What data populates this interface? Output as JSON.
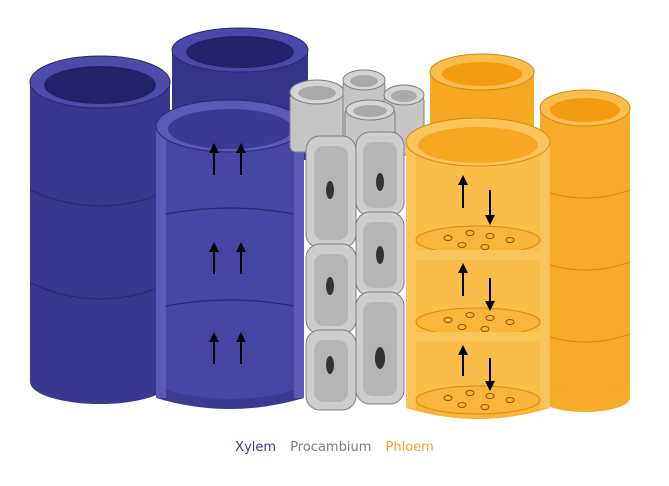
{
  "colors": {
    "xylem": "#3d3b8e",
    "xylem_light": "#4b4aa5",
    "xylem_dark": "#2a2870",
    "procambium": "#a9a9a9",
    "procambium_light": "#cfcfcf",
    "procambium_dark": "#7f7f7f",
    "phloem": "#f6a21c",
    "phloem_light": "#fbbb46",
    "phloem_dark": "#d88a10",
    "legend_xylem": "#3d3b8e",
    "legend_procambium": "#7d7d7d",
    "legend_phloem": "#f6a21c"
  },
  "legend": {
    "xylem": "Xylem",
    "procambium": "Procambium",
    "phloem": "Phloem"
  },
  "arrows": {
    "xylem": "up",
    "phloem": "up-and-down"
  }
}
